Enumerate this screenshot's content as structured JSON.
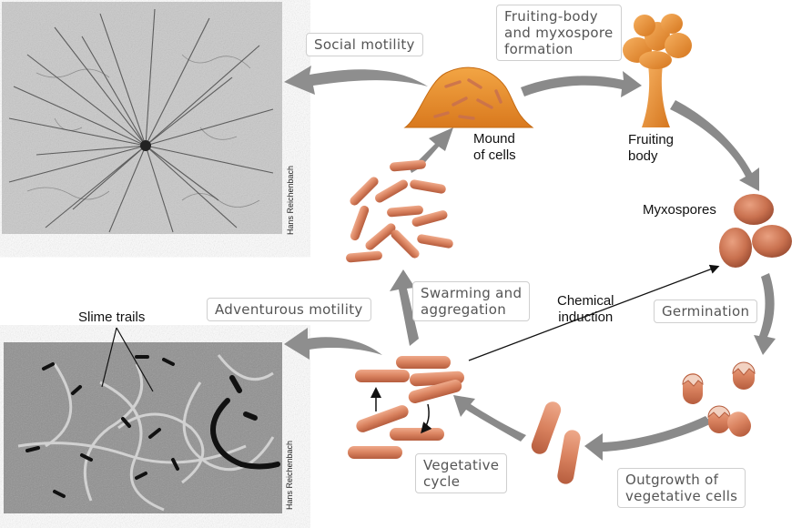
{
  "labels": {
    "social_motility": "Social motility",
    "fruiting_formation": "Fruiting-body\nand myxospore\nformation",
    "mound": "Mound\nof cells",
    "fruiting_body": "Fruiting\nbody",
    "myxospores": "Myxospores",
    "swarming": "Swarming and\naggregation",
    "chemical": "Chemical\ninduction",
    "germination": "Germination",
    "adventurous": "Adventurous motility",
    "slime_trails": "Slime trails",
    "vegetative_cycle": "Vegetative\ncycle",
    "outgrowth": "Outgrowth of\nvegetative cells"
  },
  "credits": {
    "top_photo": "Hans Reichenbach",
    "bottom_photo": "Hans Reichenbach"
  },
  "colors": {
    "cell": "#d9825f",
    "cell_dark": "#b85f40",
    "mound": "#e8922e",
    "arrow": "#8a8a8a"
  }
}
